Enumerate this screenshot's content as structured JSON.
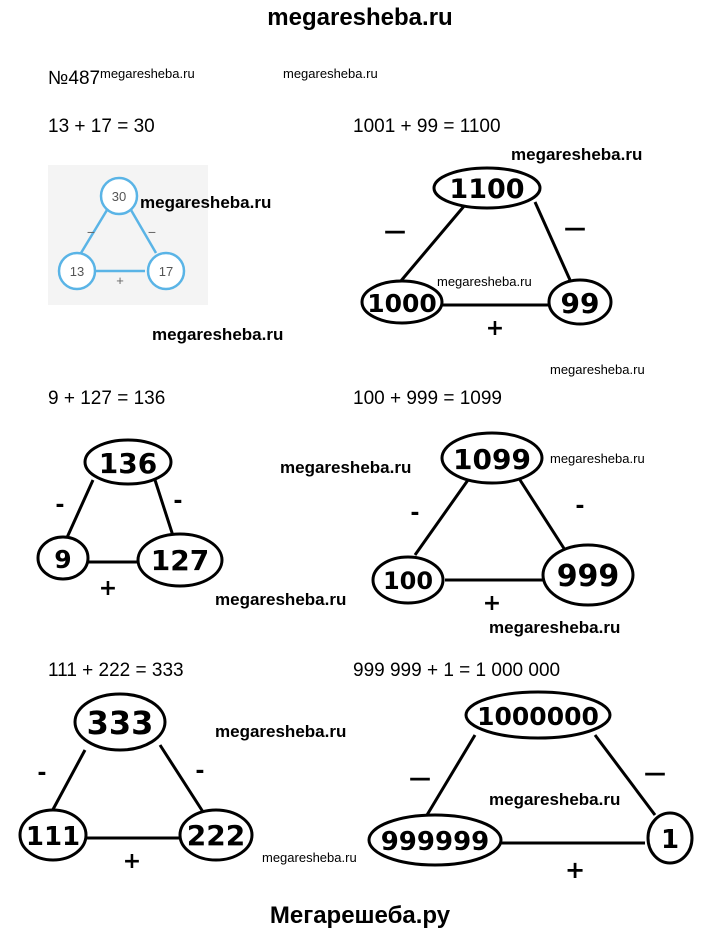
{
  "header": {
    "site": "megaresheba.ru"
  },
  "footer": {
    "site": "Мегарешеба.ру"
  },
  "task": {
    "number": "№487"
  },
  "watermark": {
    "text": "megaresheba.ru"
  },
  "problems": [
    {
      "equation": "13 + 17 = 30",
      "top": "30",
      "left": "13",
      "right": "17",
      "minus": "−",
      "plus": "+"
    },
    {
      "equation": "1001 + 99 = 1100",
      "top": "1100",
      "left": "1000",
      "right": "99",
      "minus": "—",
      "plus": "+"
    },
    {
      "equation": "9 + 127 = 136",
      "top": "136",
      "left": "9",
      "right": "127",
      "minus": "-",
      "plus": "+"
    },
    {
      "equation": "100 + 999 = 1099",
      "top": "1099",
      "left": "100",
      "right": "999",
      "minus": "-",
      "plus": "+"
    },
    {
      "equation": "111 + 222 = 333",
      "top": "333",
      "left": "111",
      "right": "222",
      "minus": "-",
      "plus": "+"
    },
    {
      "equation": "999 999 + 1 = 1 000 000",
      "top": "1000000",
      "left": "999999",
      "right": "1",
      "minus": "—",
      "plus": "+"
    }
  ]
}
